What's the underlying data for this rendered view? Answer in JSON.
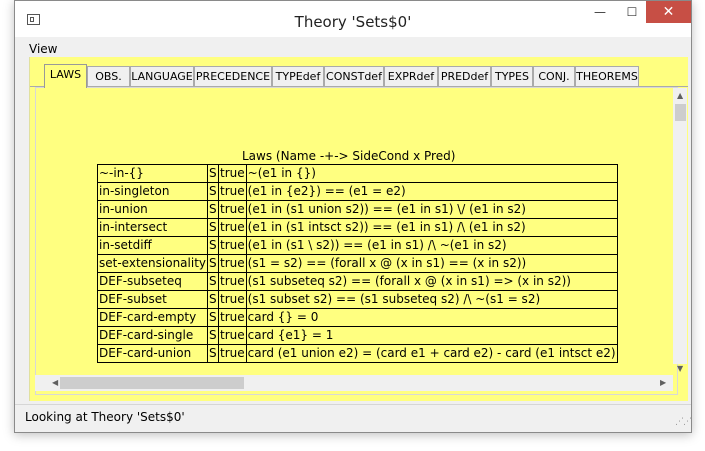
{
  "window": {
    "title": "Theory 'Sets$0'",
    "minimize_glyph": "—",
    "maximize_glyph": "☐",
    "close_glyph": "✕"
  },
  "menubar": {
    "view": "View"
  },
  "tabs": [
    {
      "label": "LAWS",
      "active": true
    },
    {
      "label": "OBS.",
      "active": false
    },
    {
      "label": "LANGUAGE",
      "active": false
    },
    {
      "label": "PRECEDENCE",
      "active": false
    },
    {
      "label": "TYPEdef",
      "active": false
    },
    {
      "label": "CONSTdef",
      "active": false
    },
    {
      "label": "EXPRdef",
      "active": false
    },
    {
      "label": "PREDdef",
      "active": false
    },
    {
      "label": "TYPES",
      "active": false
    },
    {
      "label": "CONJ.",
      "active": false
    },
    {
      "label": "THEOREMS",
      "active": false
    }
  ],
  "laws": {
    "header": "Laws (Name -+-> SideCond x Pred)",
    "rows": [
      {
        "name": "~-in-{}",
        "side": "S",
        "cond": "true",
        "pred": "~(e1 in {})"
      },
      {
        "name": "in-singleton",
        "side": "S",
        "cond": "true",
        "pred": "(e1 in {e2}) == (e1 = e2)"
      },
      {
        "name": "in-union",
        "side": "S",
        "cond": "true",
        "pred": "(e1 in (s1 union s2)) == (e1 in s1) \\/ (e1 in s2)"
      },
      {
        "name": "in-intersect",
        "side": "S",
        "cond": "true",
        "pred": "(e1 in (s1 intsct s2)) == (e1 in s1) /\\ (e1 in s2)"
      },
      {
        "name": "in-setdiff",
        "side": "S",
        "cond": "true",
        "pred": "(e1 in (s1 \\ s2)) == (e1 in s1) /\\ ~(e1 in s2)"
      },
      {
        "name": "set-extensionality",
        "side": "S",
        "cond": "true",
        "pred": "(s1 = s2) == (forall x @ (x in s1) == (x in s2))"
      },
      {
        "name": "DEF-subseteq",
        "side": "S",
        "cond": "true",
        "pred": "(s1 subseteq s2) == (forall x @ (x in s1) => (x in s2))"
      },
      {
        "name": "DEF-subset",
        "side": "S",
        "cond": "true",
        "pred": "(s1 subset s2) == (s1 subseteq s2) /\\ ~(s1 = s2)"
      },
      {
        "name": "DEF-card-empty",
        "side": "S",
        "cond": "true",
        "pred": "card {} = 0"
      },
      {
        "name": "DEF-card-single",
        "side": "S",
        "cond": "true",
        "pred": "card {e1} = 1"
      },
      {
        "name": "DEF-card-union",
        "side": "S",
        "cond": "true",
        "pred": "card (e1 union e2) = (card e1 + card e2) - card (e1 intsct e2)"
      }
    ]
  },
  "statusbar": {
    "text": "Looking at Theory 'Sets$0'"
  },
  "colors": {
    "panel_background": "#ffff80",
    "close_button": "#c74f45"
  },
  "icons": {
    "app": "app-window-icon",
    "scroll_up": "▲",
    "scroll_down": "▼",
    "scroll_left": "◀",
    "scroll_right": "▶",
    "grip": "resize-grip-icon"
  }
}
